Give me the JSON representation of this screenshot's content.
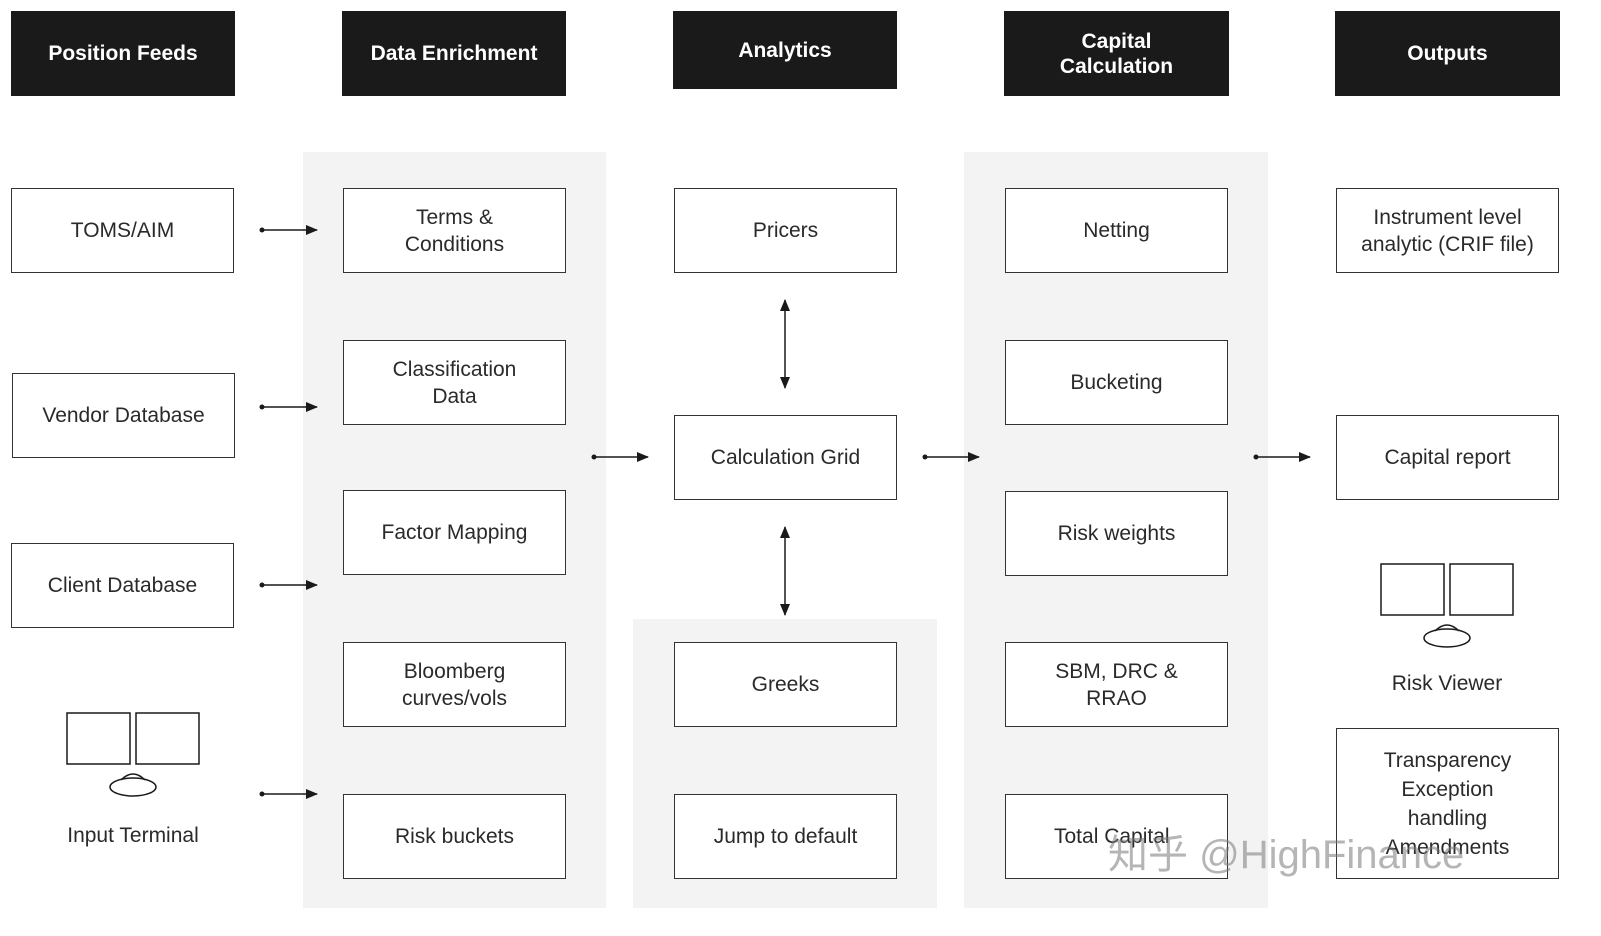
{
  "colors": {
    "header_bg": "#1a1a1a",
    "panel_bg": "#f3f3f3",
    "border": "#333333"
  },
  "headers": {
    "position_feeds": "Position Feeds",
    "data_enrichment": "Data Enrichment",
    "analytics": "Analytics",
    "capital_calculation": "Capital\nCalculation",
    "outputs": "Outputs"
  },
  "position_feeds": {
    "toms_aim": "TOMS/AIM",
    "vendor_database": "Vendor Database",
    "client_database": "Client Database",
    "input_terminal": "Input Terminal"
  },
  "data_enrichment": {
    "terms_conditions": "Terms &\nConditions",
    "classification_data": "Classification\nData",
    "factor_mapping": "Factor Mapping",
    "bloomberg": "Bloomberg\ncurves/vols",
    "risk_buckets": "Risk buckets"
  },
  "analytics": {
    "pricers": "Pricers",
    "calculation_grid": "Calculation Grid",
    "greeks": "Greeks",
    "jump_to_default": "Jump to default"
  },
  "capital_calculation": {
    "netting": "Netting",
    "bucketing": "Bucketing",
    "risk_weights": "Risk weights",
    "sbm_drc_rrao": "SBM, DRC &\nRRAO",
    "total_capital": "Total Capital"
  },
  "outputs": {
    "instrument_level": "Instrument level\nanalytic  (CRIF file)",
    "capital_report": "Capital report",
    "risk_viewer": "Risk Viewer",
    "transparency": "Transparency\nException\nhandling\nAmendments"
  },
  "watermark": "知乎 @HighFinance",
  "icons": [
    "monitor-icon",
    "arrow-right-icon",
    "double-arrow-vertical-icon"
  ]
}
